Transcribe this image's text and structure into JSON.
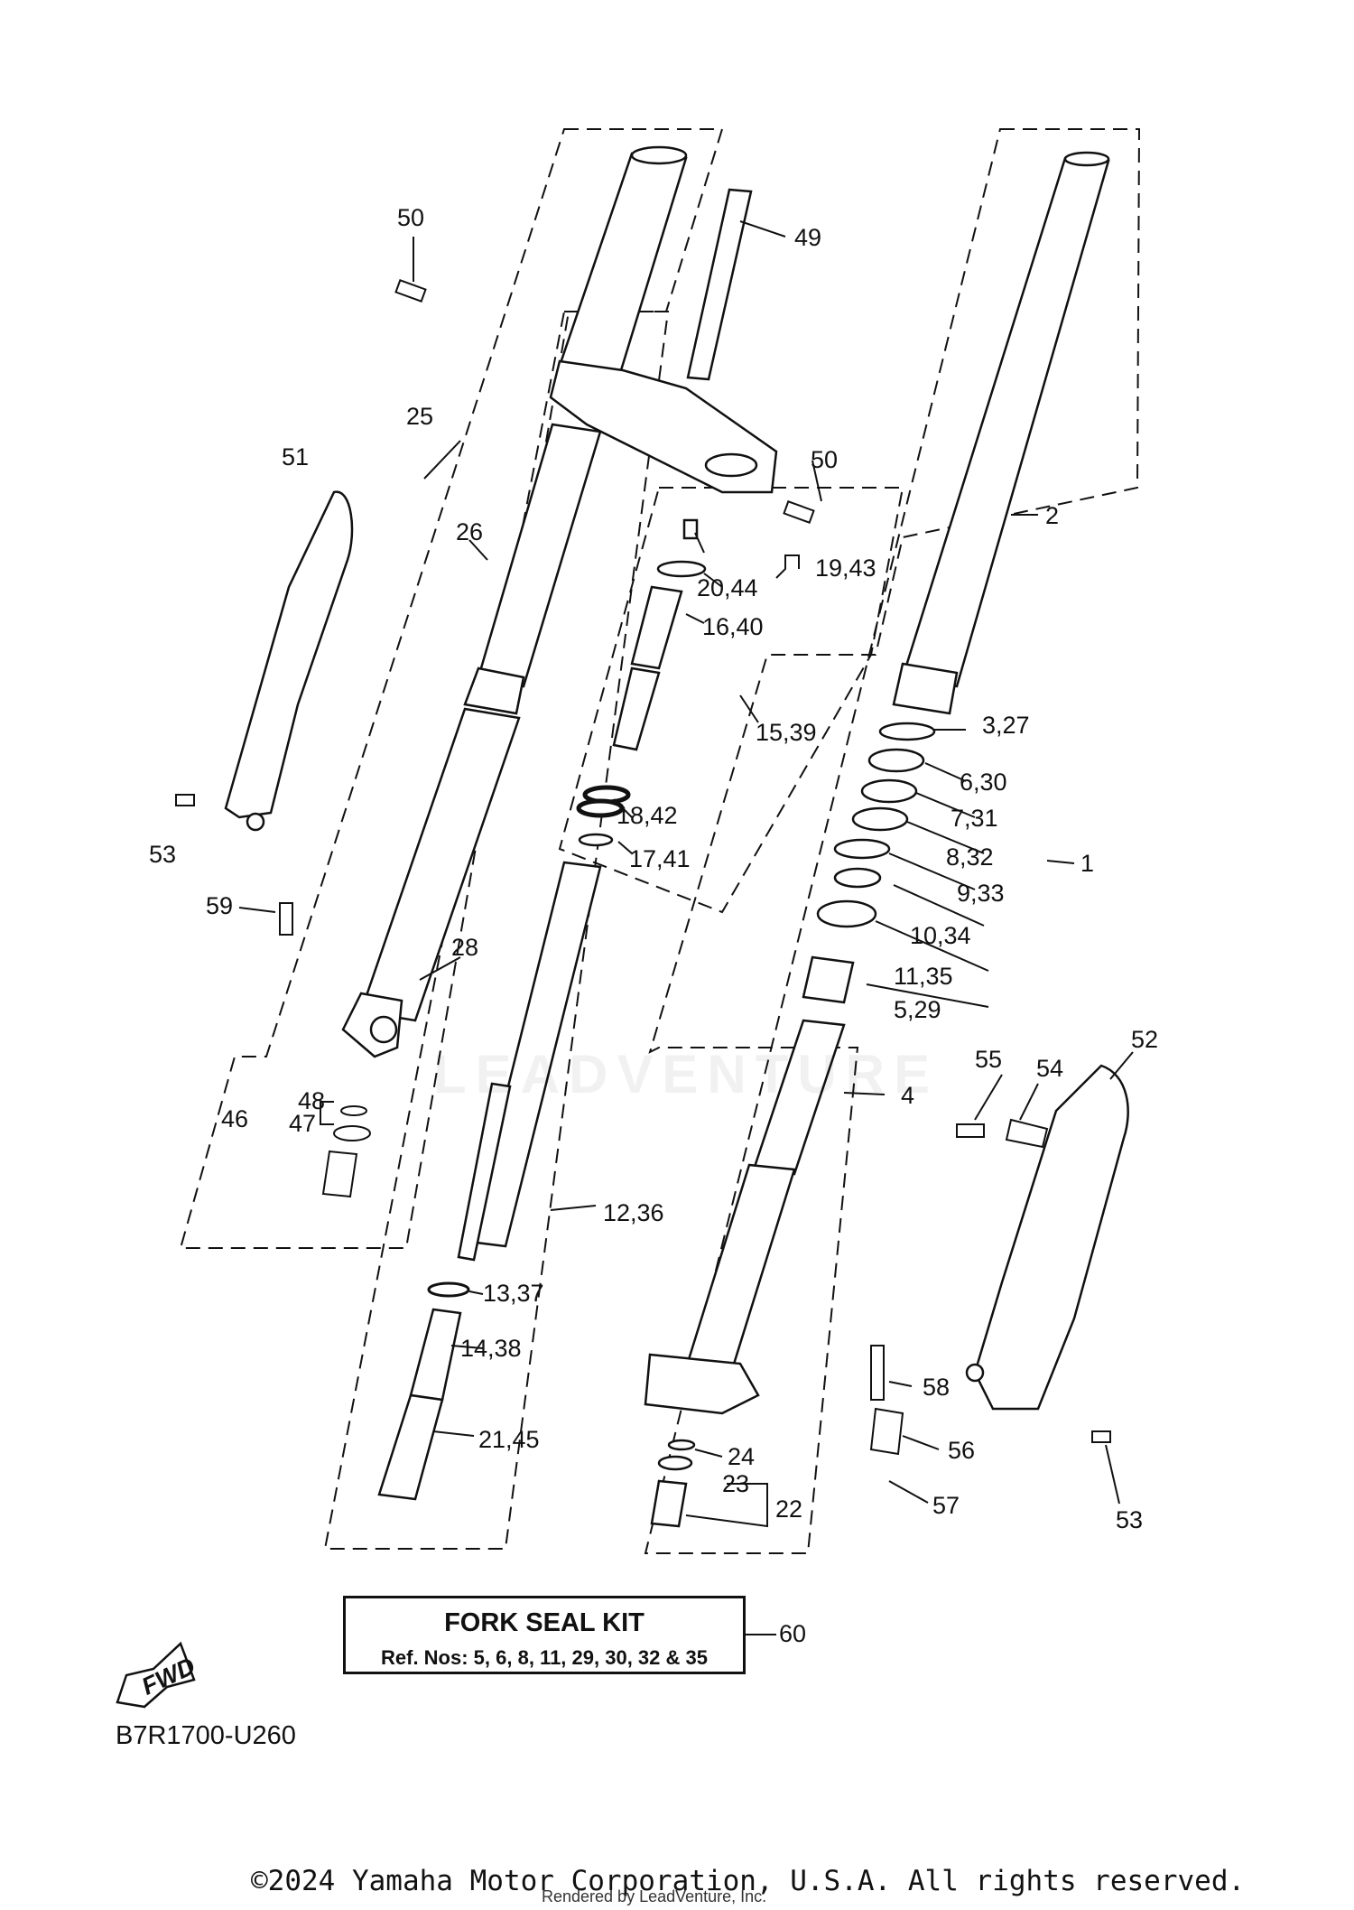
{
  "diagram": {
    "code": "B7R1700-U260",
    "fwd_label": "FWD",
    "watermark": "LEADVENTURE",
    "callouts": [
      {
        "id": "c50a",
        "text": "50"
      },
      {
        "id": "c49",
        "text": "49"
      },
      {
        "id": "c25",
        "text": "25"
      },
      {
        "id": "c51",
        "text": "51"
      },
      {
        "id": "c50b",
        "text": "50"
      },
      {
        "id": "c26",
        "text": "26"
      },
      {
        "id": "c2",
        "text": "2"
      },
      {
        "id": "c1943",
        "text": "19,43"
      },
      {
        "id": "c2044",
        "text": "20,44"
      },
      {
        "id": "c1640",
        "text": "16,40"
      },
      {
        "id": "c1539",
        "text": "15,39"
      },
      {
        "id": "c327",
        "text": "3,27"
      },
      {
        "id": "c630",
        "text": "6,30"
      },
      {
        "id": "c731",
        "text": "7,31"
      },
      {
        "id": "c1842",
        "text": "18,42"
      },
      {
        "id": "c53a",
        "text": "53"
      },
      {
        "id": "c1741",
        "text": "17,41"
      },
      {
        "id": "c832",
        "text": "8,32"
      },
      {
        "id": "c1",
        "text": "1"
      },
      {
        "id": "c933",
        "text": "9,33"
      },
      {
        "id": "c59",
        "text": "59"
      },
      {
        "id": "c1034",
        "text": "10,34"
      },
      {
        "id": "c28",
        "text": "28"
      },
      {
        "id": "c1135",
        "text": "11,35"
      },
      {
        "id": "c529",
        "text": "5,29"
      },
      {
        "id": "c52",
        "text": "52"
      },
      {
        "id": "c55",
        "text": "55"
      },
      {
        "id": "c54",
        "text": "54"
      },
      {
        "id": "c48",
        "text": "48"
      },
      {
        "id": "c4",
        "text": "4"
      },
      {
        "id": "c46",
        "text": "46"
      },
      {
        "id": "c47",
        "text": "47"
      },
      {
        "id": "c1236",
        "text": "12,36"
      },
      {
        "id": "c1337",
        "text": "13,37"
      },
      {
        "id": "c1438",
        "text": "14,38"
      },
      {
        "id": "c58",
        "text": "58"
      },
      {
        "id": "c2145",
        "text": "21,45"
      },
      {
        "id": "c56",
        "text": "56"
      },
      {
        "id": "c24",
        "text": "24"
      },
      {
        "id": "c23",
        "text": "23"
      },
      {
        "id": "c22",
        "text": "22"
      },
      {
        "id": "c57",
        "text": "57"
      },
      {
        "id": "c53b",
        "text": "53"
      }
    ]
  },
  "kit": {
    "title": "FORK SEAL KIT",
    "refs": "Ref. Nos: 5, 6, 8, 11, 29, 30, 32 & 35",
    "number": "60"
  },
  "footer": {
    "copyright": "©2024 Yamaha Motor Corporation, U.S.A. All rights reserved.",
    "rendered": "Rendered by LeadVenture, Inc."
  }
}
